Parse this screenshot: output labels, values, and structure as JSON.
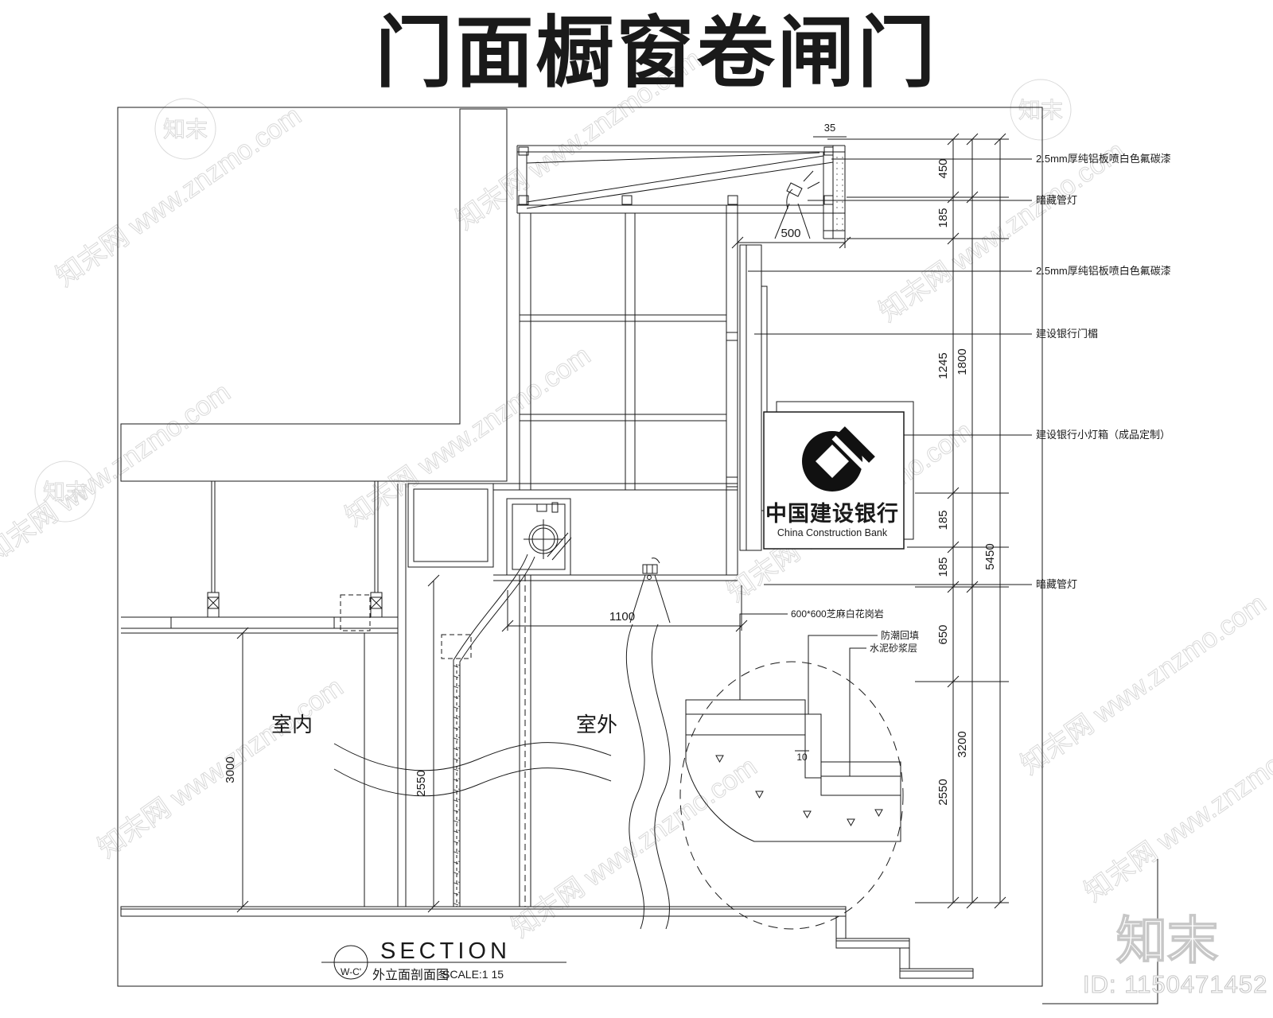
{
  "title": "门面橱窗卷闸门",
  "colors": {
    "line": "#1a1a1a",
    "watermark": "#d9d9d9"
  },
  "watermark": {
    "diagonal_text": "知末网 www.znzmo.com",
    "logo_text": "知末",
    "brand_large": "知末",
    "id_text": "ID: 1150471452"
  },
  "drawing": {
    "room_labels": {
      "indoor": "室内",
      "outdoor": "室外"
    },
    "callouts": {
      "fascia_top": "2.5mm厚纯铝板喷白色氟碳漆",
      "concealed_light_top": "暗藏管灯",
      "fascia_side": "2.5mm厚纯铝板喷白色氟碳漆",
      "bank_lintel": "建设银行门楣",
      "bank_lightbox": "建设银行小灯箱（成品定制）",
      "concealed_light_bottom": "暗藏管灯",
      "granite": "600*600芝麻白花岗岩",
      "dampproof": "防潮回填",
      "mortar": "水泥砂浆层",
      "nosing_offset": "10"
    },
    "dims": {
      "d35": "35",
      "d500": "500",
      "d1100": "1100",
      "d3000": "3000",
      "d2550_left": "2550",
      "right1": [
        "450",
        "185",
        "1245",
        "185",
        "185",
        "650",
        "2550"
      ],
      "right2": [
        "1800",
        "3200"
      ],
      "right3": "5450"
    },
    "sign": {
      "cn": "中国建设银行",
      "en": "China Construction Bank"
    },
    "titleblock": {
      "ref": "W-C'",
      "title": "SECTION",
      "name": "外立面剖面图",
      "scale": "SCALE:1 15"
    }
  }
}
